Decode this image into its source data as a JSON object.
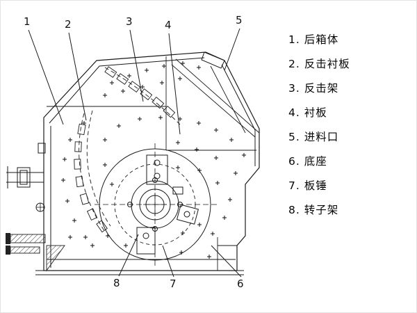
{
  "callouts": [
    "1",
    "2",
    "3",
    "4",
    "5",
    "6",
    "7",
    "8"
  ],
  "legend": {
    "items": [
      "1. 后箱体",
      "2. 反击衬板",
      "3. 反击架",
      "4. 衬板",
      "5. 进料口",
      "6. 底座",
      "7. 板锤",
      "8. 转子架"
    ]
  },
  "colors": {
    "line": "#1a1a1a",
    "background": "#ffffff"
  }
}
